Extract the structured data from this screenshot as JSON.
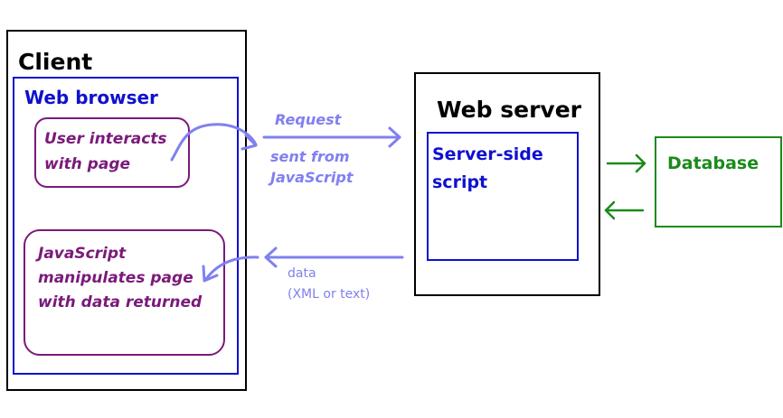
{
  "client": {
    "title": "Client"
  },
  "browser": {
    "title": "Web browser",
    "user_box": {
      "line1": "User interacts",
      "line2": "with page"
    },
    "js_box": {
      "line1": "JavaScript",
      "line2": "manipulates page",
      "line3": "with data returned"
    }
  },
  "request": {
    "label": "Request",
    "sub_line1": "sent from",
    "sub_line2": "JavaScript"
  },
  "response": {
    "line1": "data",
    "line2": "(XML or text)"
  },
  "server": {
    "title": "Web server",
    "script_label": "Server-side script"
  },
  "database": {
    "label": "Database"
  },
  "colors": {
    "black": "#000000",
    "blue": "#1010d0",
    "purple": "#7a1a7a",
    "light_blue": "#8080f0",
    "green": "#1b8a1b"
  }
}
